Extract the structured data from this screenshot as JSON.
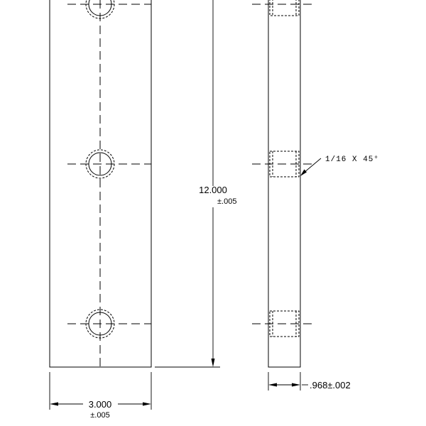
{
  "dimensions": {
    "length": {
      "value": "12.000",
      "tolerance": "±.005"
    },
    "width": {
      "value": "3.000",
      "tolerance": "±.005"
    },
    "thickness": {
      "value": ".968±.002"
    }
  },
  "notes": {
    "chamfer": "1/16 X 45°"
  }
}
